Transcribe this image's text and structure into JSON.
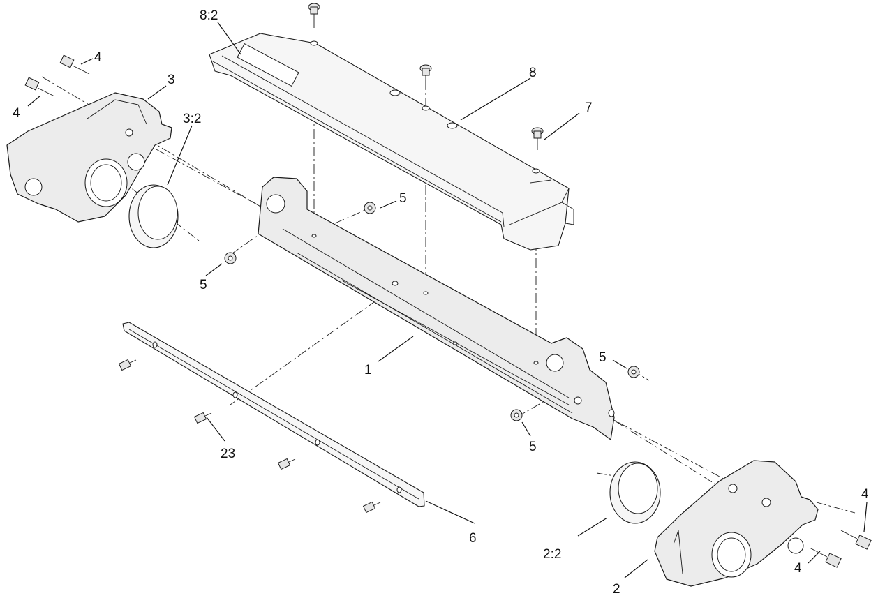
{
  "callouts": {
    "c1": "1",
    "c2": "2",
    "c2_2": "2:2",
    "c3": "3",
    "c3_2": "3:2",
    "c4_a": "4",
    "c4_b": "4",
    "c4_c": "4",
    "c4_d": "4",
    "c5_a": "5",
    "c5_b": "5",
    "c5_c": "5",
    "c5_d": "5",
    "c6": "6",
    "c7": "7",
    "c8": "8",
    "c8_2": "8:2",
    "c23": "23"
  }
}
